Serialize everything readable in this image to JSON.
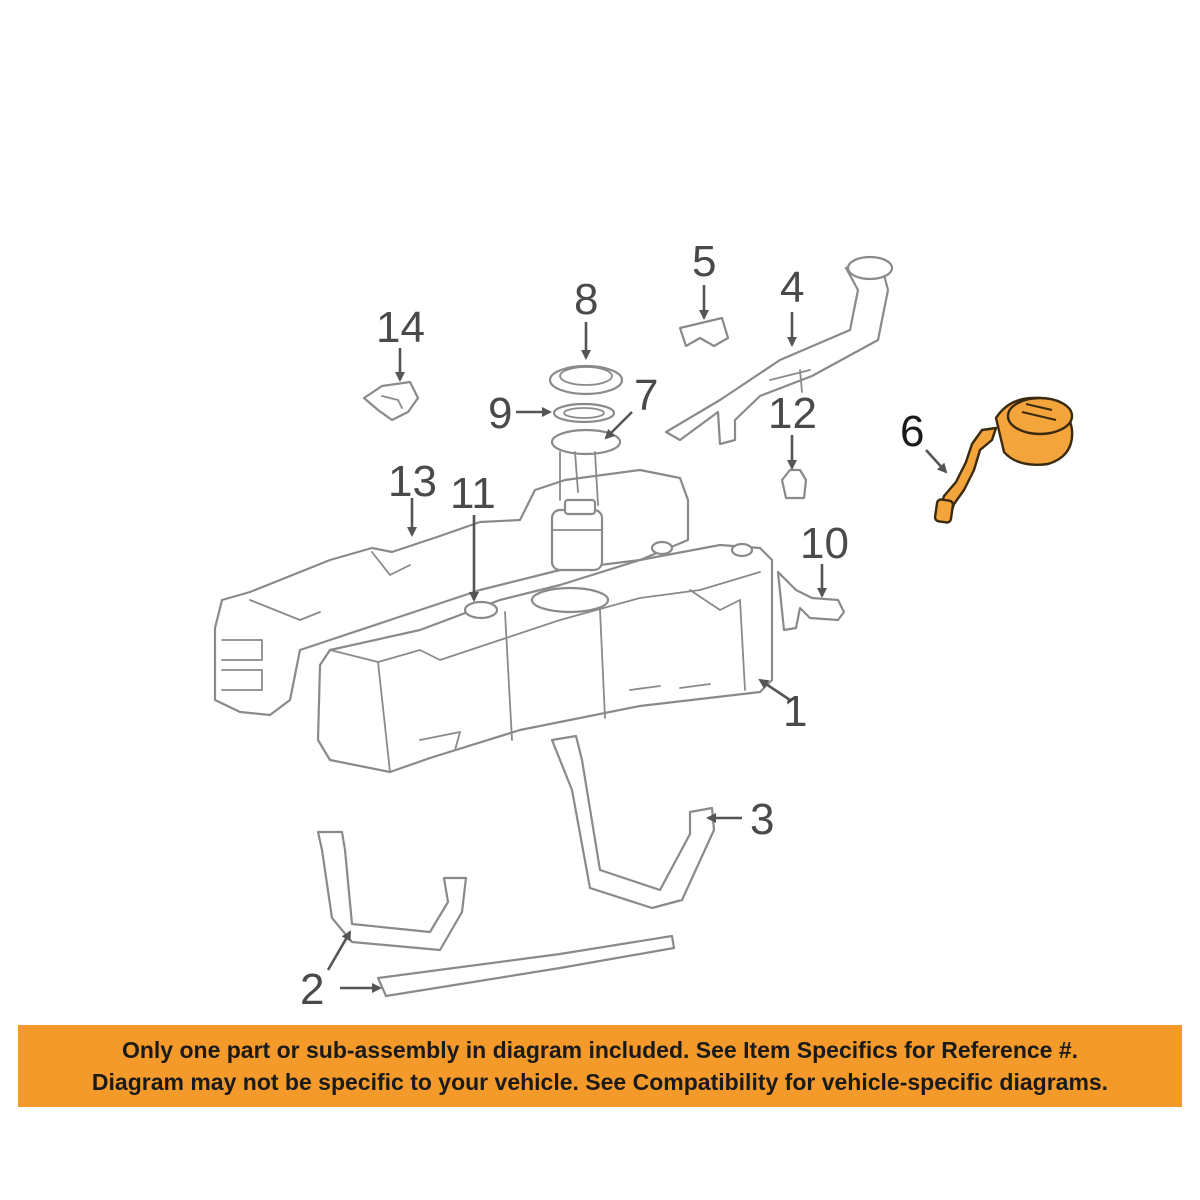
{
  "callouts": {
    "c1": "1",
    "c2": "2",
    "c3": "3",
    "c4": "4",
    "c5": "5",
    "c6": "6",
    "c7": "7",
    "c8": "8",
    "c9": "9",
    "c10": "10",
    "c11": "11",
    "c12": "12",
    "c13": "13",
    "c14": "14"
  },
  "highlight_color": "#f3a43b",
  "notice": {
    "line1": "Only one part or sub-assembly in diagram included. See Item Specifics for Reference #.",
    "line2": "Diagram may not be specific to your vehicle. See Compatibility for vehicle-specific diagrams.",
    "background": "#f39a2b"
  }
}
